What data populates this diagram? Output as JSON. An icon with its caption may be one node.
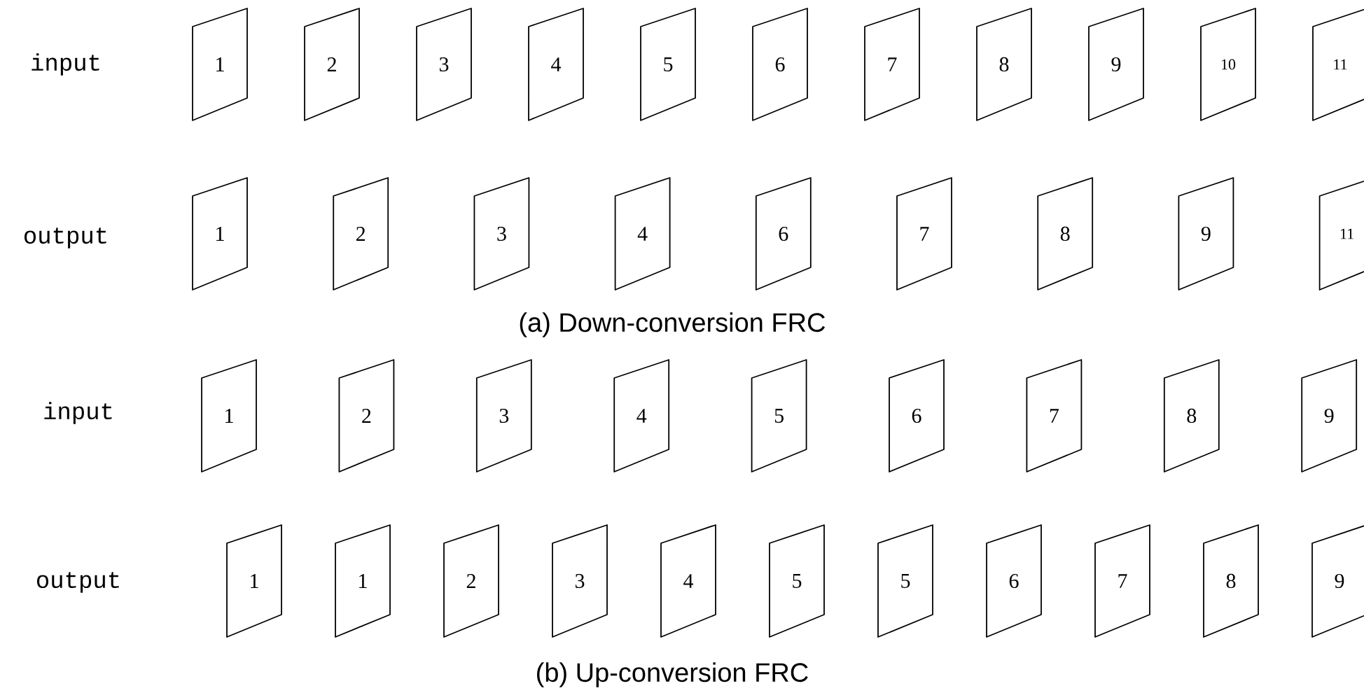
{
  "diagram": {
    "nodes": [
      {
        "text": [
          "1"
        ]
      },
      {
        "text": [
          "2"
        ]
      },
      {
        "text": [
          "3"
        ]
      },
      {
        "text": [
          "4"
        ]
      },
      {
        "text": [
          "5"
        ]
      },
      {
        "text": [
          "6"
        ]
      },
      {
        "text": [
          "7"
        ]
      },
      {
        "text": [
          "8"
        ]
      },
      {
        "text": [
          "9"
        ]
      },
      {
        "text": [
          "10"
        ]
      },
      {
        "text": [
          "11"
        ]
      },
      {
        "text": [
          "1"
        ]
      },
      {
        "text": [
          "2"
        ]
      },
      {
        "text": [
          "3"
        ]
      },
      {
        "text": [
          "4"
        ]
      },
      {
        "text": [
          "6"
        ]
      },
      {
        "text": [
          "7"
        ]
      },
      {
        "text": [
          "8"
        ]
      },
      {
        "text": [
          "9"
        ]
      },
      {
        "text": [
          "11"
        ]
      },
      {
        "text": [
          "1"
        ]
      },
      {
        "text": [
          "2"
        ]
      },
      {
        "text": [
          "3"
        ]
      },
      {
        "text": [
          "4"
        ]
      },
      {
        "text": [
          "5"
        ]
      },
      {
        "text": [
          "6"
        ]
      },
      {
        "text": [
          "7"
        ]
      },
      {
        "text": [
          "8"
        ]
      },
      {
        "text": [
          "9"
        ]
      },
      {
        "text": [
          "1"
        ]
      },
      {
        "text": [
          "1"
        ]
      },
      {
        "text": [
          "2"
        ]
      },
      {
        "text": [
          "3"
        ]
      },
      {
        "text": [
          "4"
        ]
      },
      {
        "text": [
          "5"
        ]
      },
      {
        "text": [
          "5"
        ]
      },
      {
        "text": [
          "6"
        ]
      },
      {
        "text": [
          "7"
        ]
      },
      {
        "text": [
          "8"
        ]
      },
      {
        "text": [
          "9"
        ]
      }
    ],
    "labels": [
      "input",
      "output",
      "(a)  Down-conversion FRC",
      "input",
      "output",
      "(b)  Up-conversion FRC"
    ]
  }
}
